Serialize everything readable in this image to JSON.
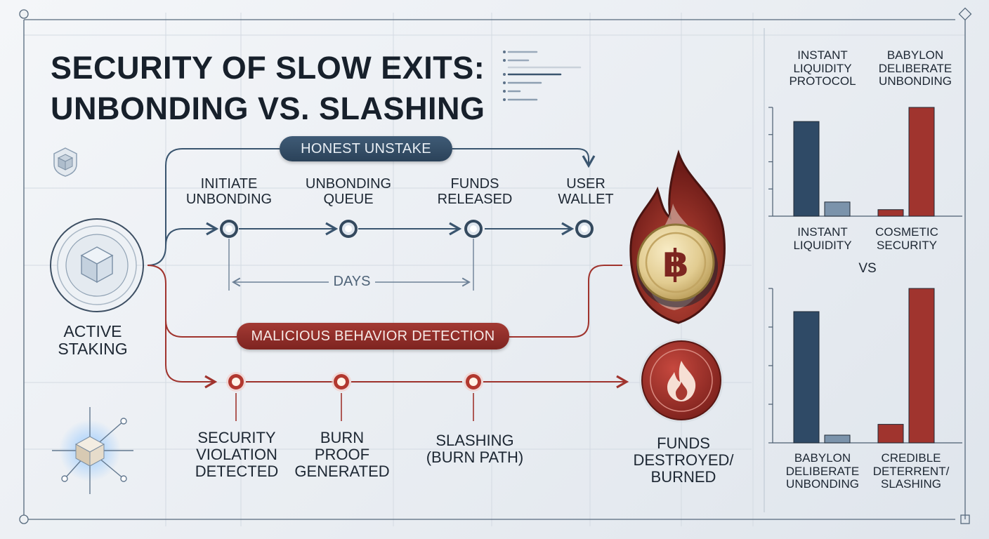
{
  "title": {
    "line1": "SECURITY OF SLOW EXITS:",
    "line2": "UNBONDING VS. SLASHING"
  },
  "start_node": {
    "label_line1": "ACTIVE",
    "label_line2": "STAKING"
  },
  "honest_path": {
    "label": "HONEST UNSTAKE",
    "steps": [
      {
        "line1": "INITIATE",
        "line2": "UNBONDING"
      },
      {
        "line1": "UNBONDING",
        "line2": "QUEUE"
      },
      {
        "line1": "FUNDS",
        "line2": "RELEASED"
      },
      {
        "line1": "USER",
        "line2": "WALLET"
      }
    ],
    "duration_label": "DAYS"
  },
  "malicious_path": {
    "label": "MALICIOUS BEHAVIOR DETECTION",
    "steps": [
      {
        "line1": "SECURITY",
        "line2": "VIOLATION",
        "line3": "DETECTED"
      },
      {
        "line1": "BURN",
        "line2": "PROOF",
        "line3": "GENERATED"
      },
      {
        "line1": "SLASHING",
        "line2": "(BURN PATH)"
      }
    ],
    "outcome": {
      "line1": "FUNDS",
      "line2": "DESTROYED/",
      "line3": "BURNED"
    }
  },
  "coin_symbol": "฿",
  "comparison": {
    "top": {
      "headers": [
        {
          "line1": "INSTANT",
          "line2": "LIQUIDITY",
          "line3": "PROTOCOL"
        },
        {
          "line1": "BABYLON",
          "line2": "DELIBERATE",
          "line3": "UNBONDING"
        }
      ],
      "footers": [
        {
          "line1": "INSTANT",
          "line2": "LIQUIDITY"
        },
        {
          "line1": "COSMETIC",
          "line2": "SECURITY"
        }
      ]
    },
    "vs_label": "VS",
    "bottom": {
      "footers": [
        {
          "line1": "BABYLON",
          "line2": "DELIBERATE",
          "line3": "UNBONDING"
        },
        {
          "line1": "CREDIBLE",
          "line2": "DETERRENT/",
          "line3": "SLASHING"
        }
      ]
    }
  },
  "chart_data": [
    {
      "type": "bar",
      "categories": [
        "INSTANT LIQUIDITY PROTOCOL",
        "BABYLON DELIBERATE UNBONDING"
      ],
      "series": [
        {
          "color": "#2f4a66",
          "values": [
            0.87,
            0.03
          ]
        },
        {
          "color": "#6f8aa6",
          "values": [
            0.13,
            1.0
          ]
        }
      ],
      "colors_by_bar": [
        [
          "#2f4a66",
          "#7b93ab"
        ],
        [
          "#a0342e",
          "#a0342e"
        ]
      ],
      "ylim": [
        0,
        1
      ]
    },
    {
      "type": "bar",
      "categories": [
        "BABYLON DELIBERATE UNBONDING",
        "CREDIBLE DETERRENT/SLASHING"
      ],
      "colors_by_bar": [
        [
          "#2f4a66",
          "#7b93ab"
        ],
        [
          "#a0342e",
          "#a0342e"
        ]
      ],
      "bars": [
        [
          0.85,
          0.05
        ],
        [
          0.12,
          1.0
        ]
      ],
      "ylim": [
        0,
        1
      ]
    }
  ],
  "colors": {
    "honest": "#3a556f",
    "malicious": "#a0342e",
    "ink": "#17202b"
  }
}
